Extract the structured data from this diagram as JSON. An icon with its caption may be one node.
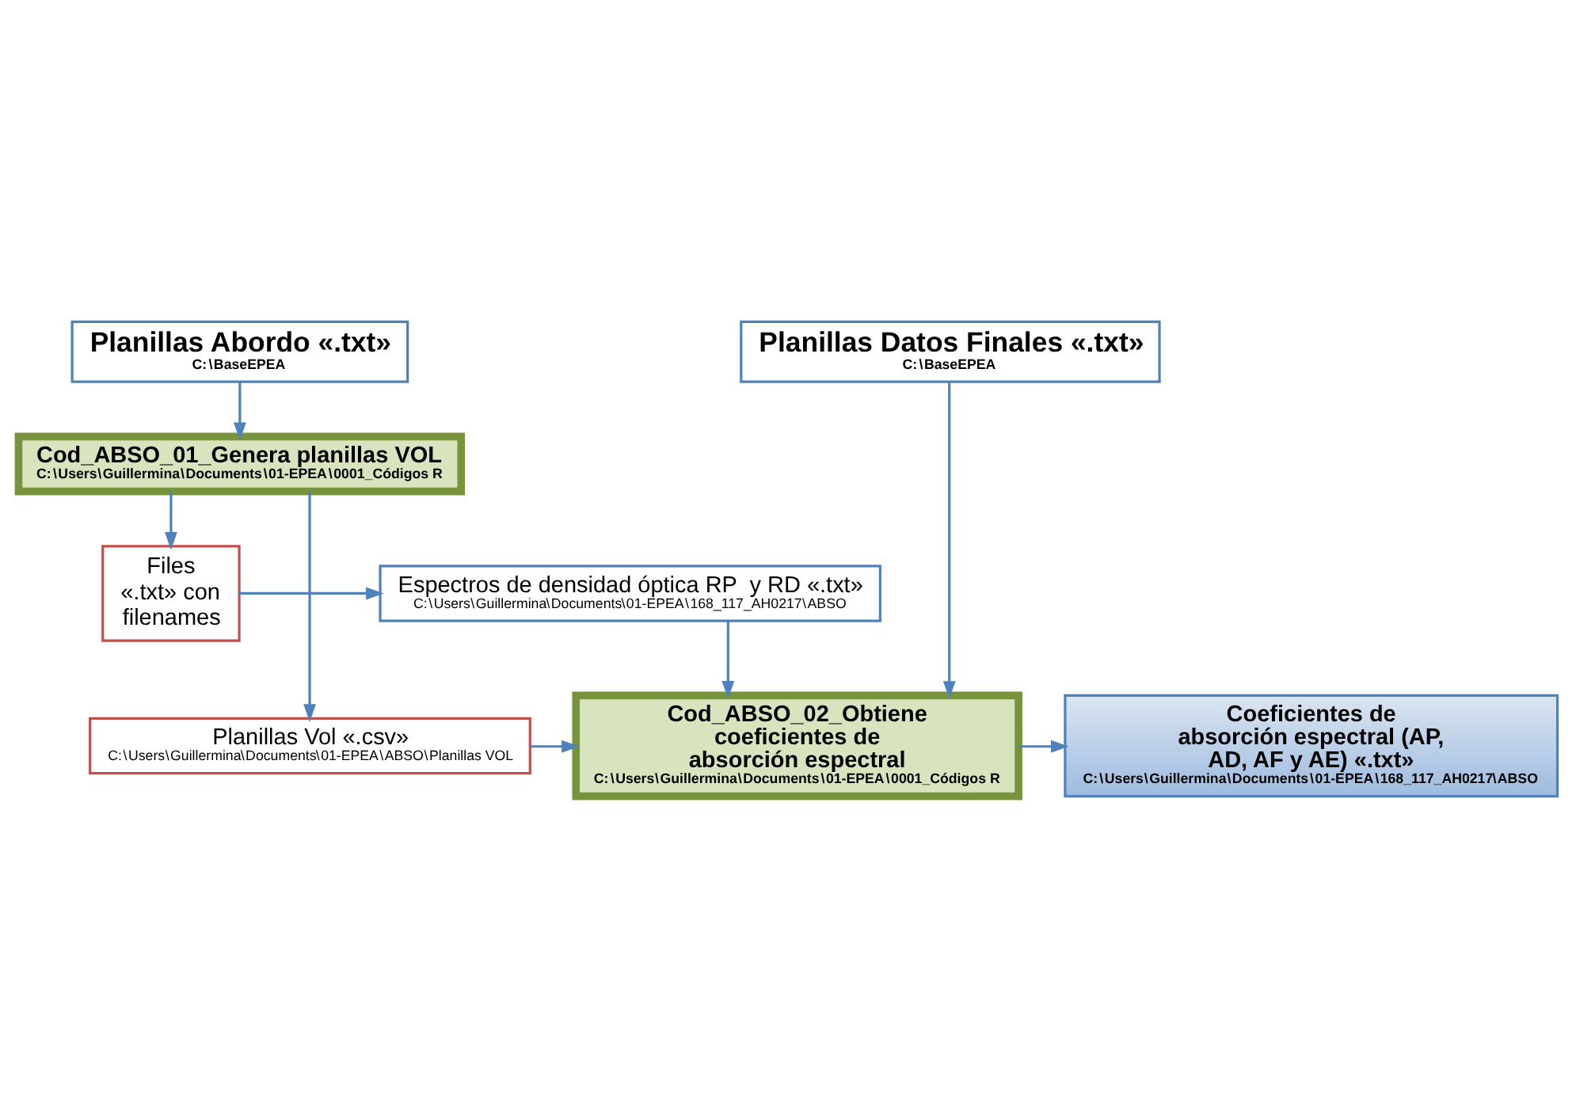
{
  "diagram": {
    "nodes": [
      {
        "text": [
          "Planillas Abordo «.txt»",
          "C:\\BaseEPEA"
        ]
      },
      {
        "text": [
          "Planillas Datos Finales «.txt»",
          "C:\\BaseEPEA"
        ]
      },
      {
        "text": [
          "Cod_ABSO_01_Genera planillas VOL",
          "C:\\Users\\Guillermina\\Documents\\01-EPEA\\0001_Códigos R"
        ]
      },
      {
        "text": [
          "Files «.txt» con filenames"
        ]
      },
      {
        "text": [
          "Espectros de densidad óptica RP  y RD «.txt»",
          "C:\\Users\\Guillermina\\Documents\\01-EPEA\\168_117_AH0217\\ABSO"
        ]
      },
      {
        "text": [
          "Planillas Vol «.csv»",
          "C:\\Users\\Guillermina\\Documents\\01-EPEA\\ABSO\\Planillas VOL"
        ]
      },
      {
        "text": [
          "Cod_ABSO_02_Obtiene coeficientes de absorción espectral",
          "C:\\Users\\Guillermina\\Documents\\01-EPEA\\0001_Códigos R"
        ]
      },
      {
        "text": [
          "Coeficientes de absorción espectral (AP, AD, AF y AE) «.txt»",
          "C:\\Users\\Guillermina\\Documents\\01-EPEA\\168_117_AH0217\\ABSO"
        ]
      }
    ],
    "edges": [
      {
        "from": 0,
        "to": 2,
        "arrow": "to"
      },
      {
        "from": 2,
        "to": 3,
        "arrow": "to"
      },
      {
        "from": 3,
        "to": 4,
        "arrow": "to"
      },
      {
        "from": 2,
        "to": 5,
        "arrow": "to"
      },
      {
        "from": 4,
        "to": 6,
        "arrow": "to"
      },
      {
        "from": 1,
        "to": 6,
        "arrow": "to"
      },
      {
        "from": 5,
        "to": 6,
        "arrow": "to"
      },
      {
        "from": 6,
        "to": 7,
        "arrow": "to"
      }
    ]
  }
}
